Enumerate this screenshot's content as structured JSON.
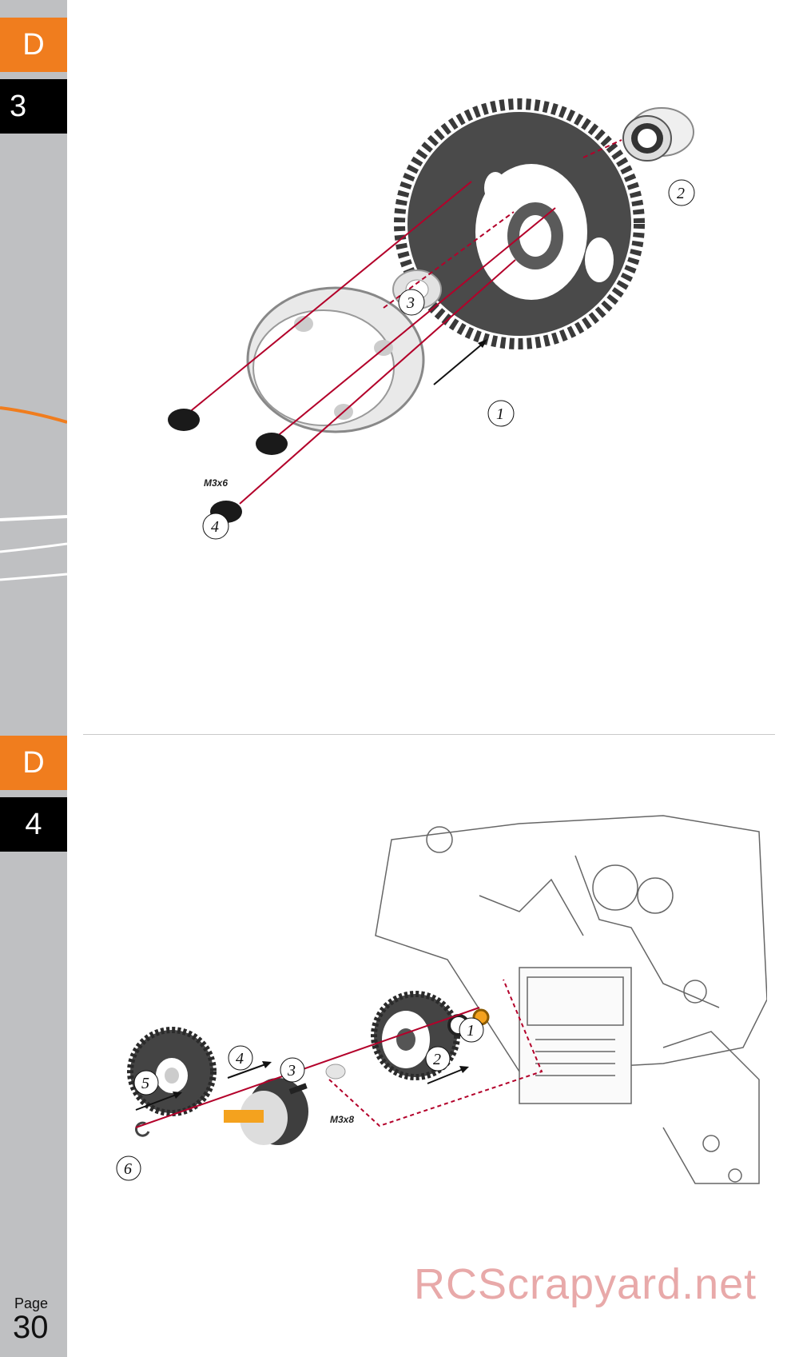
{
  "sidebar": {
    "step1": {
      "section": "D",
      "number": "3"
    },
    "step2": {
      "section": "D",
      "number": "4"
    },
    "page_label": "Page",
    "page_number": "30"
  },
  "step_d3": {
    "callouts": [
      "1",
      "2",
      "3",
      "4"
    ],
    "screw_label": "M3x6"
  },
  "step_d4": {
    "callouts": [
      "1",
      "2",
      "3",
      "4",
      "5",
      "6"
    ],
    "screw_label": "M3x8"
  },
  "watermark": "RCScrapyard.net",
  "colors": {
    "accent": "#f07d1e",
    "sidebar": "#bfc0c2",
    "guide_line": "#b3002a"
  }
}
